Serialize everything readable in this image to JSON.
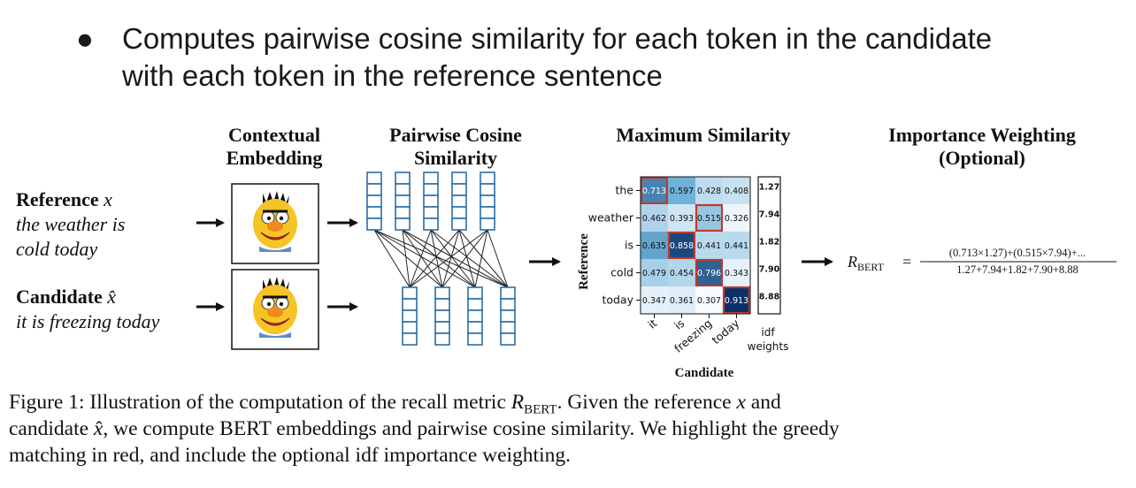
{
  "bullet": {
    "symbol": "●",
    "line1": "Computes pairwise cosine similarity for each token in the candidate",
    "line2": "with each token in the reference sentence"
  },
  "headers": {
    "contextual_line1": "Contextual",
    "contextual_line2": "Embedding",
    "pairwise_line1": "Pairwise Cosine",
    "pairwise_line2": "Similarity",
    "maximum": "Maximum Similarity",
    "importance_line1": "Importance Weighting",
    "importance_line2": "(Optional)"
  },
  "reference": {
    "label": "Reference",
    "var": "x",
    "text_line1": "the weather is",
    "text_line2": "cold today"
  },
  "candidate": {
    "label": "Candidate",
    "var": "x̂",
    "text": "it is freezing today"
  },
  "arrows": {
    "symbol": "→"
  },
  "matrix": {
    "row_labels": [
      "the",
      "weather",
      "is",
      "cold",
      "today"
    ],
    "col_labels": [
      "it",
      "is",
      "freezing",
      "today"
    ],
    "values": [
      [
        "0.713",
        "0.597",
        "0.428",
        "0.408"
      ],
      [
        "0.462",
        "0.393",
        "0.515",
        "0.326"
      ],
      [
        "0.635",
        "0.858",
        "0.441",
        "0.441"
      ],
      [
        "0.479",
        "0.454",
        "0.796",
        "0.343"
      ],
      [
        "0.347",
        "0.361",
        "0.307",
        "0.913"
      ]
    ],
    "idf": [
      "1.27",
      "7.94",
      "1.82",
      "7.90",
      "8.88"
    ],
    "y_axis_label": "Reference",
    "x_axis_label": "Candidate",
    "idf_label_line1": "idf",
    "idf_label_line2": "weights",
    "highlight_color": "#c0392b",
    "cmap_dark": "#08306b",
    "cmap_light": "#f7fbff"
  },
  "formula": {
    "lhs": "R",
    "lhs_sub": "BERT",
    "equals": "=",
    "numerator": "(0.713×1.27)+(0.515×7.94)+...",
    "denominator": "1.27+7.94+1.82+7.90+8.88"
  },
  "caption": {
    "line1_a": "Figure 1: Illustration of the computation of the recall metric ",
    "metric": "R",
    "metric_sub": "BERT",
    "line1_b": ". Given the reference ",
    "ref_var": "x",
    "line1_c": " and",
    "line2_a": "candidate ",
    "cand_var": "x̂",
    "line2_b": ", we compute BERT embeddings and pairwise cosine similarity. We highlight the greedy",
    "line3": "matching in red, and include the optional idf importance weighting."
  },
  "icons": {
    "embedding_image": "bert-muppet-face-icon"
  },
  "colors": {
    "vector_stroke": "#2b6ea6",
    "line_stroke": "#222222"
  }
}
